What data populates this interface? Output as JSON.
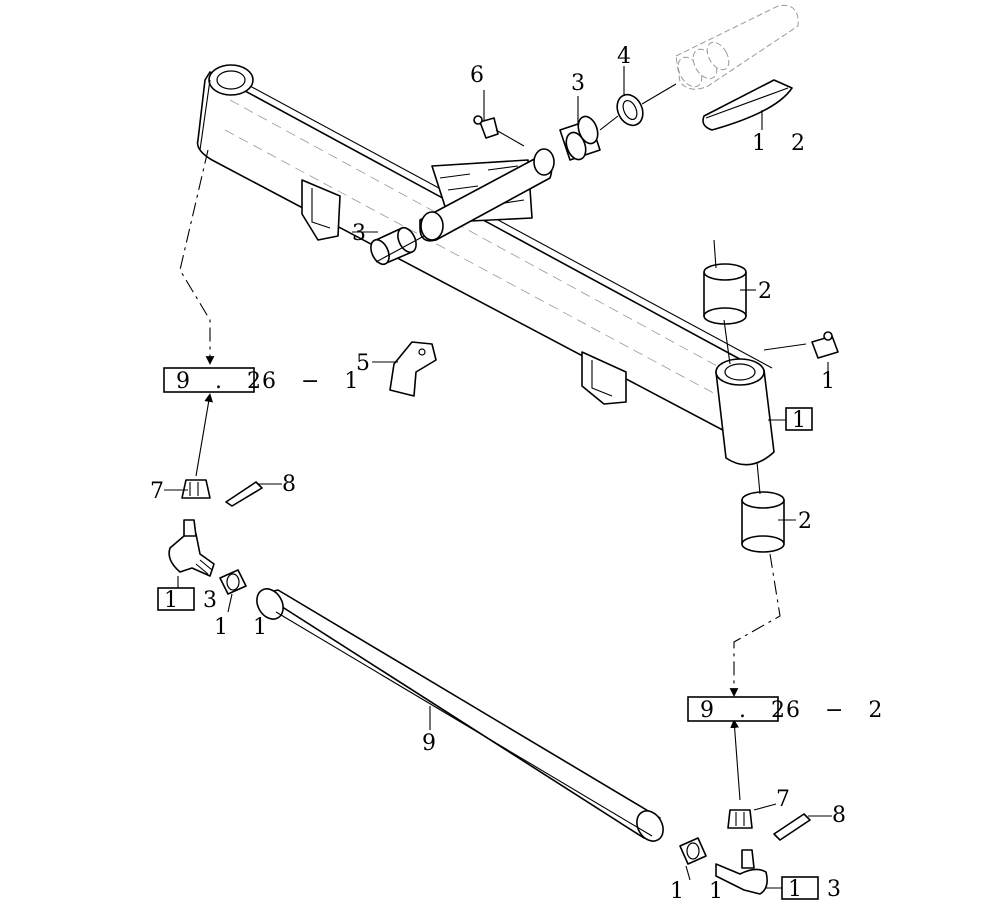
{
  "labels": {
    "p6": "6",
    "p3_top": "3",
    "p4": "4",
    "p12": "1 2",
    "p3_mid": "3",
    "p2_top": "2",
    "p1": "1",
    "p1_boxed": "1",
    "p5": "5",
    "p2_bottom": "2",
    "p7_left": "7",
    "p8_left": "8",
    "p13_left": "1 3",
    "p11_left": "1 1",
    "p9": "9",
    "p7_right": "7",
    "p8_right": "8",
    "p11_right": "1 1",
    "p13_right": "1 3"
  },
  "references": {
    "left_box": "9 . 2",
    "left_suffix": "6 − 1",
    "right_box": "9 . 2",
    "right_suffix": "6 − 2"
  }
}
